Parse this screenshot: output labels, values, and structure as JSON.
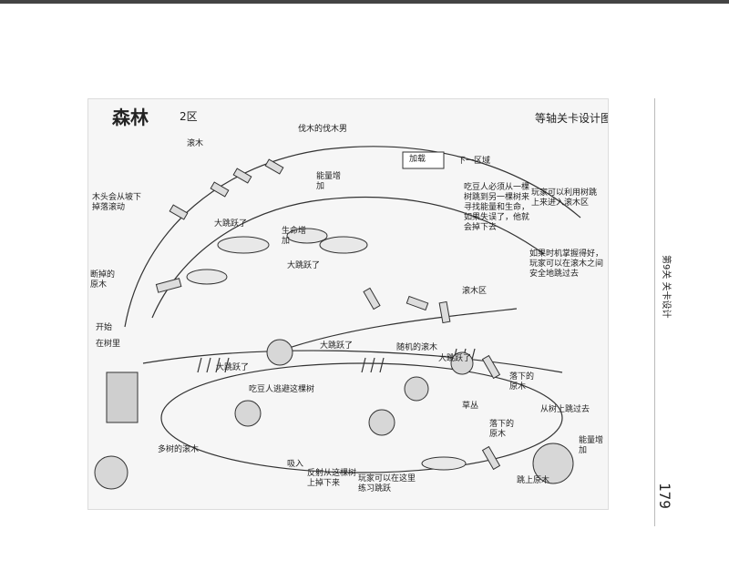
{
  "header": {
    "title": "森林",
    "zone": "2区",
    "sheet_title": "等轴关卡设计图"
  },
  "annotations": {
    "lumberjack": "伐木的伐木男",
    "rolling_logs": "滚木",
    "load": "加载",
    "next_zone": "下一区域",
    "energy_up_top": "能量增加",
    "hit_logs": "木头会从坡下掉落滚动",
    "bean_man_top": "吃豆人必须从一棵树跳到另一棵树来寻找能量和生命，如果失误了，他就会掉下去",
    "player_climb": "玩家可以利用树跳上来进入滚木区",
    "big_jump_1": "大跳跃了",
    "life_up": "生命增加",
    "big_jump_2": "大跳跃了",
    "broken_logs": "断掉的原木",
    "fall_timing": "如果时机掌握得好，玩家可以在滚木之间安全地跳过去",
    "log_zone": "滚木区",
    "start": "开始",
    "on_tree": "在树里",
    "big_jump_3": "大跳跃了",
    "random_logs": "随机的滚木",
    "big_jump_4": "大跳跃了",
    "big_jump_5": "大跳跃了",
    "bean_man_escape": "吃豆人逃避这棵树",
    "fallen_log_1": "落下的原木",
    "grass": "草丛",
    "fallen_log_2": "落下的原木",
    "jump_from_tree": "从树上跳过去",
    "energy_up_bottom": "能量增加",
    "more_logs": "多树的滚木",
    "suck_in": "吸入",
    "counter_tree": "反射从这棵树上掉下来",
    "practice": "玩家可以在这里练习跳跃",
    "jump_log": "跳上原木"
  },
  "side": {
    "chapter_label": "第9关 关卡设计",
    "page_number": "179"
  }
}
